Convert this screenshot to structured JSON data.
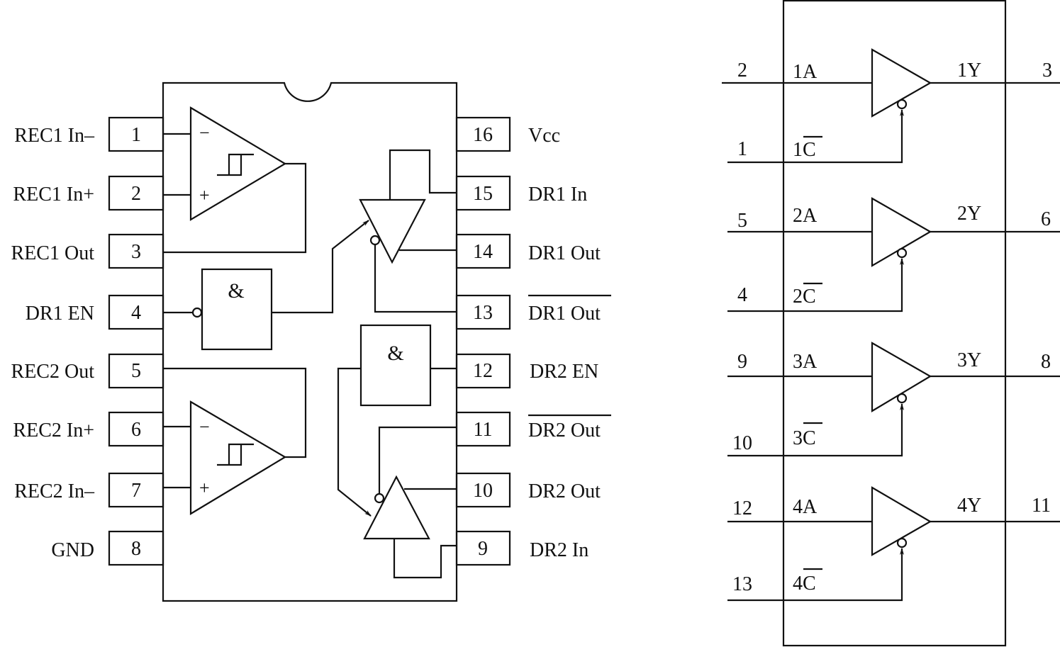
{
  "left_chip": {
    "left_pins": [
      {
        "number": "1",
        "label": "REC1 In–",
        "overline": false
      },
      {
        "number": "2",
        "label": "REC1 In+",
        "overline": false
      },
      {
        "number": "3",
        "label": "REC1 Out",
        "overline": false
      },
      {
        "number": "4",
        "label": "DR1 EN",
        "overline": false
      },
      {
        "number": "5",
        "label": "REC2 Out",
        "overline": false
      },
      {
        "number": "6",
        "label": "REC2 In+",
        "overline": false
      },
      {
        "number": "7",
        "label": "REC2 In–",
        "overline": false
      },
      {
        "number": "8",
        "label": "GND",
        "overline": false
      }
    ],
    "right_pins": [
      {
        "number": "16",
        "label": "Vcc",
        "overline": false
      },
      {
        "number": "15",
        "label": "DR1 In",
        "overline": false
      },
      {
        "number": "14",
        "label": "DR1 Out",
        "overline": false
      },
      {
        "number": "13",
        "label": "DR1 Out",
        "overline": true
      },
      {
        "number": "12",
        "label": "DR2 EN",
        "overline": false
      },
      {
        "number": "11",
        "label": "DR2 Out",
        "overline": true
      },
      {
        "number": "10",
        "label": "DR2 Out",
        "overline": false
      },
      {
        "number": "9",
        "label": "DR2 In",
        "overline": false
      }
    ],
    "receiver_symbols": {
      "minus": "−",
      "plus": "+"
    },
    "and_gate_symbol": "&"
  },
  "right_chip": {
    "buffers": [
      {
        "in_pin": "2",
        "in_label": "1A",
        "ctrl_pin": "1",
        "ctrl_prefix": "1",
        "ctrl_letter": "C",
        "out_label": "1Y",
        "out_pin": "3"
      },
      {
        "in_pin": "5",
        "in_label": "2A",
        "ctrl_pin": "4",
        "ctrl_prefix": "2",
        "ctrl_letter": "C",
        "out_label": "2Y",
        "out_pin": "6"
      },
      {
        "in_pin": "9",
        "in_label": "3A",
        "ctrl_pin": "10",
        "ctrl_prefix": "3",
        "ctrl_letter": "C",
        "out_label": "3Y",
        "out_pin": "8"
      },
      {
        "in_pin": "12",
        "in_label": "4A",
        "ctrl_pin": "13",
        "ctrl_prefix": "4",
        "ctrl_letter": "C",
        "out_label": "4Y",
        "out_pin": "11"
      }
    ]
  }
}
